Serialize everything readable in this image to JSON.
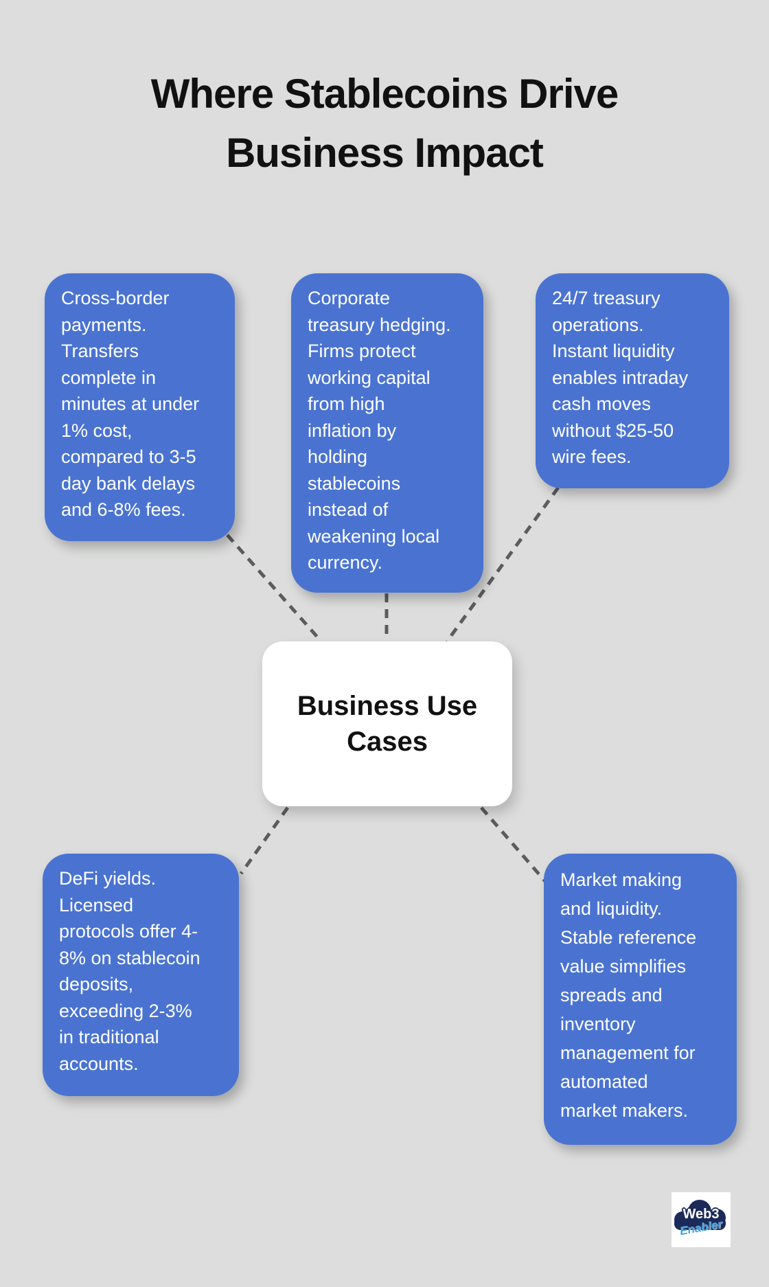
{
  "colors": {
    "background": "#dcdddc",
    "node_blue": "#4a73d1",
    "node_text": "#ffffff",
    "center_bg": "#ffffff",
    "text_dark": "#111111",
    "connector": "#5c5c5c",
    "logo_navy": "#1b2a58",
    "logo_light_blue": "#45a4dc"
  },
  "title": "Where Stablecoins Drive\nBusiness Impact",
  "center": {
    "label": "Business Use\nCases"
  },
  "nodes": [
    {
      "name": "cross-border-payments",
      "text": "Cross-border\npayments.\nTransfers\ncomplete in\nminutes at under\n1% cost,\ncompared to 3-5\nday bank delays\nand 6-8% fees."
    },
    {
      "name": "corporate-treasury-hedging",
      "text": "Corporate\ntreasury hedging.\nFirms protect\nworking capital\nfrom high\ninflation by\nholding\nstablecoins\ninstead of\nweakening local\ncurrency."
    },
    {
      "name": "treasury-operations",
      "text": "24/7 treasury\noperations.\nInstant liquidity\nenables intraday\ncash moves\nwithout $25-50\nwire fees."
    },
    {
      "name": "defi-yields",
      "text": "DeFi yields.\nLicensed\nprotocols offer 4-\n8% on stablecoin\ndeposits,\nexceeding 2-3%\nin traditional\naccounts."
    },
    {
      "name": "market-making",
      "text": "Market making\nand liquidity.\nStable reference\nvalue simplifies\nspreads and\ninventory\nmanagement for\nautomated\nmarket makers."
    }
  ],
  "logo": {
    "brand": "Web3",
    "sub": "Enabler"
  }
}
